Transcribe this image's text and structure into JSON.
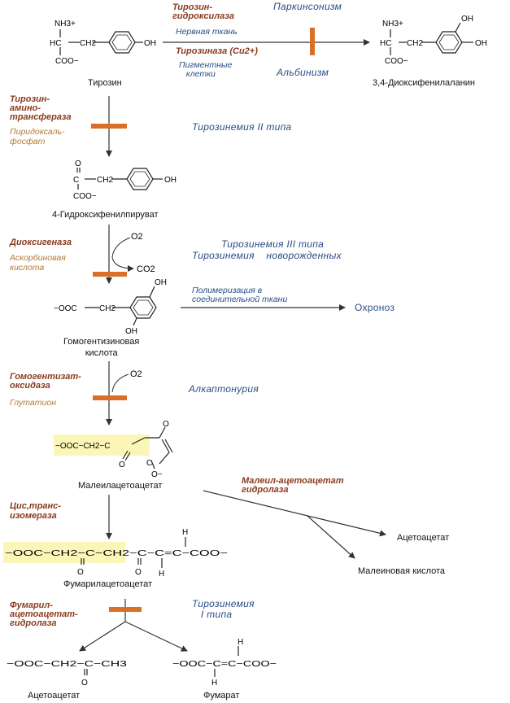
{
  "compounds": {
    "tyrosine": "Тирозин",
    "dopa": "3,4-Диоксифенилаланин",
    "hppyruvate": "4-Гидроксифенилпируват",
    "homogentisic": "Гомогентизиновая\nкислота",
    "maleylacetoacetate": "Малеилацетоацетат",
    "fumarylacetoacetate": "Фумарилацетоацетат",
    "acetoacetate": "Ацетоацетат",
    "fumarate": "Фумарат",
    "acetoacetate2": "Ацетоацетат",
    "maleic_acid": "Малеиновая кислота"
  },
  "enzymes": {
    "tyr_hydroxylase": "Тирозин-\nгидроксилаза",
    "tyrosinase": "Тирозиназа (Cu2+)",
    "tyr_aminotransferase": "Тирозин-\nамино-\nтрансфераза",
    "dioxygenase": "Диоксигеназа",
    "hga_oxidase": "Гомогентизат-\nоксидаза",
    "isomerase": "Цис,транс-\nизомераза",
    "faa_hydrolase": "Фумарил-\nацетоацетат-\nгидролаза",
    "maa_hydrolase": "Малеил-ацетоацетат\nгидролаза"
  },
  "cofactors": {
    "plp": "Пиридоксаль-\nфосфат",
    "ascorbic": "Аскорбиновая\nкислота",
    "glutathione": "Глутатион"
  },
  "diseases": {
    "parkinsonism": "Паркинсонизм",
    "albinism": "Альбинизм",
    "tyrosinemia2": "Тирозинемия II типа",
    "tyrosinemia3": "Тирозинемия III типа",
    "newborn": "Тирозинемия    новорожденных",
    "alkaptonuria": "Алкаптонурия",
    "ochronosis": "Охроноз",
    "tyrosinemia1": "Тирозинемия\n   I типа"
  },
  "notes": {
    "nerve_tissue": "Нервная ткань",
    "pigment_cells": "Пигментные\n   клетки",
    "polymerization": "Полимеризация в\nсоединительной ткани"
  },
  "chem": {
    "nh3": "NH3+",
    "hc": "HC",
    "ch2": "CH2",
    "coo": "COO−",
    "oh": "OH",
    "o2": "O2",
    "co2": "CO2",
    "o": "O",
    "h": "H",
    "c": "C",
    "ch3": "CH3",
    "ooc": "−OOC",
    "ooc_ch2": "−OOC−CH2−",
    "ooc_ch2_c": "−OOC−CH2−C",
    "fumaryl_chain": "−OOC−CH2−C−CH2−C−C=C−COO−",
    "aceto_chain": "−OOC−CH2−C−CH3",
    "fumarate_chain": "−OOC−C=C−COO−",
    "o_minus": "O−"
  },
  "colors": {
    "enzyme": "#8b3b1e",
    "cofactor": "#b07a33",
    "disease": "#2a4d86",
    "block_bar": "#d9702a",
    "highlight": "#fbf6b8"
  }
}
